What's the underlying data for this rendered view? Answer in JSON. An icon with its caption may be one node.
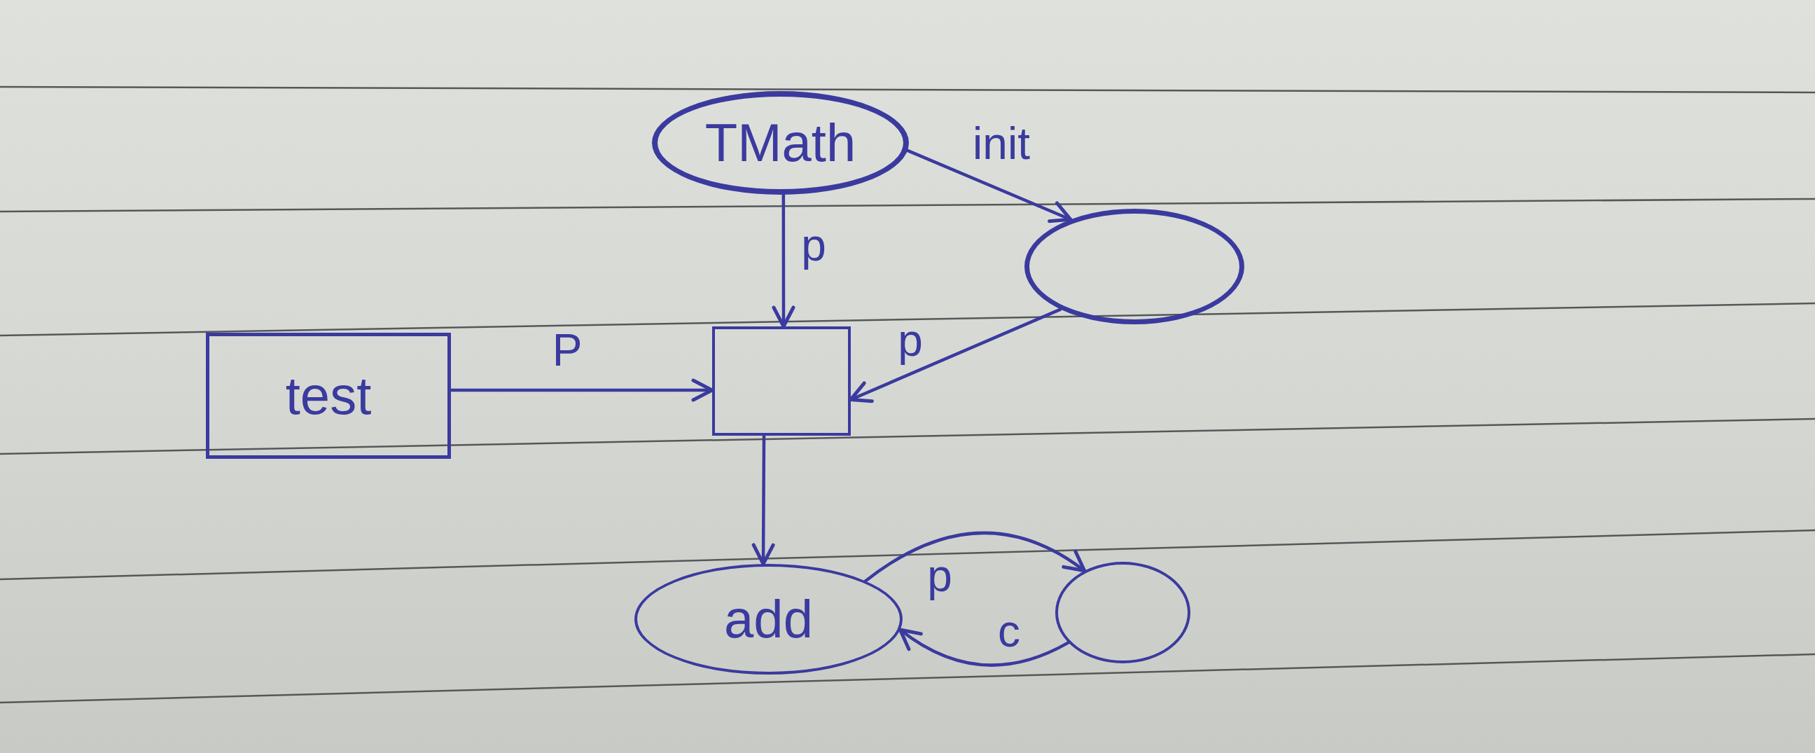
{
  "diagram": {
    "nodes": [
      {
        "text": [
          "TMath"
        ]
      },
      {
        "text": [],
        "shape": "ellipse"
      },
      {
        "text": [
          "test"
        ]
      },
      {
        "text": [],
        "shape": "box"
      },
      {
        "text": [
          "add"
        ]
      },
      {
        "text": [],
        "shape": "ellipse"
      }
    ],
    "edges": [
      {
        "from": 0,
        "to": 1,
        "arrow": "to",
        "label": "init"
      },
      {
        "from": 0,
        "to": 3,
        "arrow": "to",
        "label": "p"
      },
      {
        "from": 2,
        "to": 3,
        "arrow": "to",
        "label": "P"
      },
      {
        "from": 1,
        "to": 3,
        "arrow": "to",
        "label": "p"
      },
      {
        "from": 3,
        "to": 4,
        "arrow": "to"
      },
      {
        "from": 4,
        "to": 5,
        "arrow": "to",
        "label": "p"
      },
      {
        "from": 5,
        "to": 4,
        "arrow": "to",
        "label": "c"
      }
    ]
  }
}
